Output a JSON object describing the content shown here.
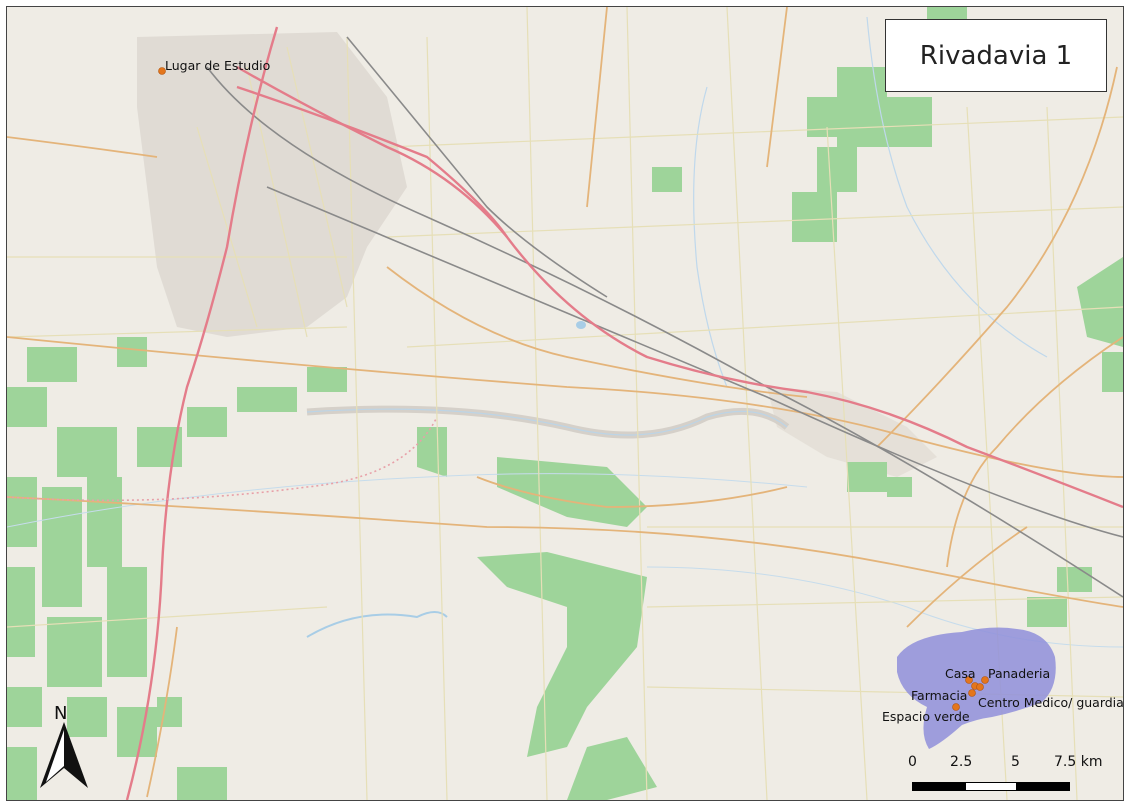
{
  "map": {
    "title": "Rivadavia 1",
    "colors": {
      "land": "#efece5",
      "green": "#9ed49a",
      "road_primary": "#e47c8a",
      "road_secondary": "#e4b47a",
      "road_minor": "#d8d27e",
      "rail": "#888888",
      "water": "#a8cde6",
      "urban": "#d9d4cc",
      "catchment": "#8f8fdb",
      "poi": "#e4761c"
    },
    "pois": [
      {
        "label": "Lugar de Estudio"
      },
      {
        "label": "Casa"
      },
      {
        "label": "Panaderia"
      },
      {
        "label": "Farmacia"
      },
      {
        "label": "Centro Medico/ guardia"
      },
      {
        "label": "Espacio verde"
      }
    ],
    "north_arrow": {
      "label": "N",
      "icon": "north-arrow-icon"
    },
    "scale_bar": {
      "labels": [
        "0",
        "2.5",
        "5",
        "7.5 km"
      ]
    }
  }
}
